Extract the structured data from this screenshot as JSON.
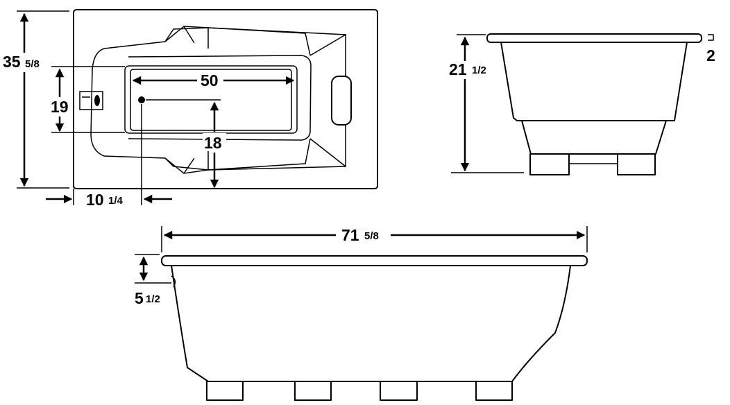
{
  "top_view": {
    "width_whole": "35",
    "width_frac": "5/8",
    "basin_width_whole": "19",
    "basin_length_whole": "50",
    "drain_to_end_whole": "18",
    "drain_offset_whole": "10",
    "drain_offset_frac": "1/4"
  },
  "end_view": {
    "height_whole": "21",
    "height_frac": "1/2",
    "rim_thickness_whole": "2"
  },
  "side_view": {
    "length_whole": "71",
    "length_frac": "5/8",
    "rim_drop_whole": "5",
    "rim_drop_frac": "1/2"
  }
}
